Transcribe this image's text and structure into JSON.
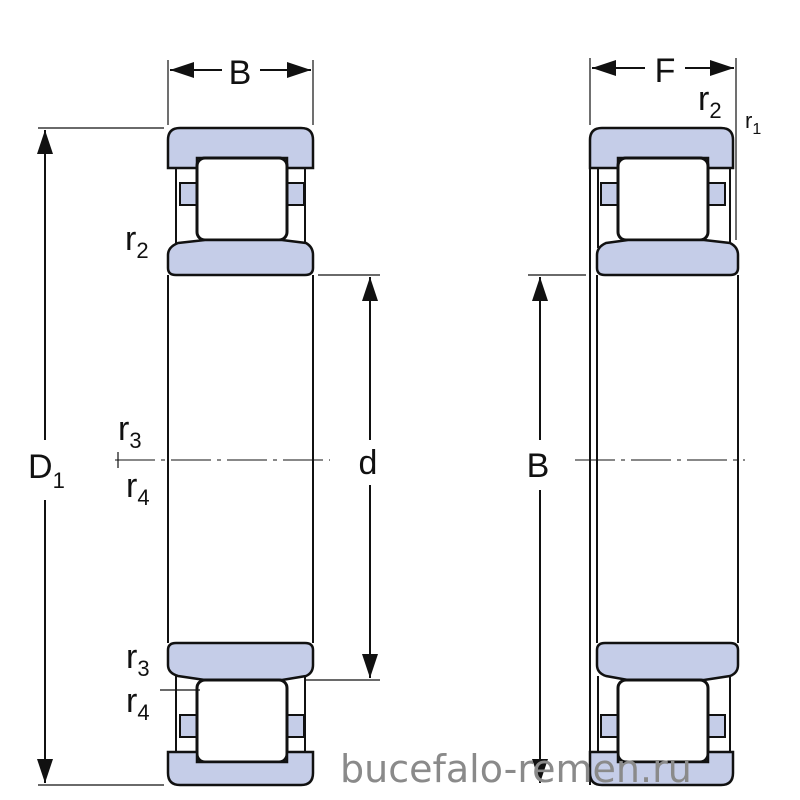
{
  "diagram": {
    "left_view": {
      "width_label": "B",
      "outer_diameter_label": "D",
      "outer_diameter_sub": "1",
      "bore_label": "d",
      "radius_labels": [
        {
          "base": "r",
          "sub": "2"
        },
        {
          "base": "r",
          "sub": "3"
        },
        {
          "base": "r",
          "sub": "4"
        },
        {
          "base": "r",
          "sub": "3"
        },
        {
          "base": "r",
          "sub": "4"
        }
      ]
    },
    "right_view": {
      "width_label": "F",
      "height_label": "B",
      "radius_labels": [
        {
          "base": "r",
          "sub": "2"
        },
        {
          "base": "r",
          "sub": "1"
        }
      ]
    },
    "colors": {
      "ring_fill": "#c5cde8",
      "line": "#111111"
    }
  },
  "watermark": "bucefalo-remen.ru"
}
